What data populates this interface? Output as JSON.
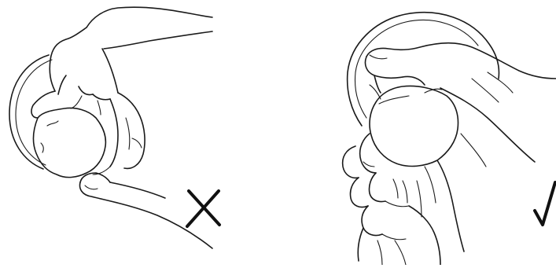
{
  "panels": [
    {
      "id": "wrong-grip",
      "description_mark": "X",
      "verdict": "incorrect"
    },
    {
      "id": "correct-grip",
      "description_mark": "√",
      "verdict": "correct"
    }
  ],
  "colors": {
    "ink": "#1a1a1a",
    "background": "#ffffff"
  },
  "icons": {
    "wrong_mark": "cross-mark-icon",
    "right_mark": "check-mark-icon"
  }
}
